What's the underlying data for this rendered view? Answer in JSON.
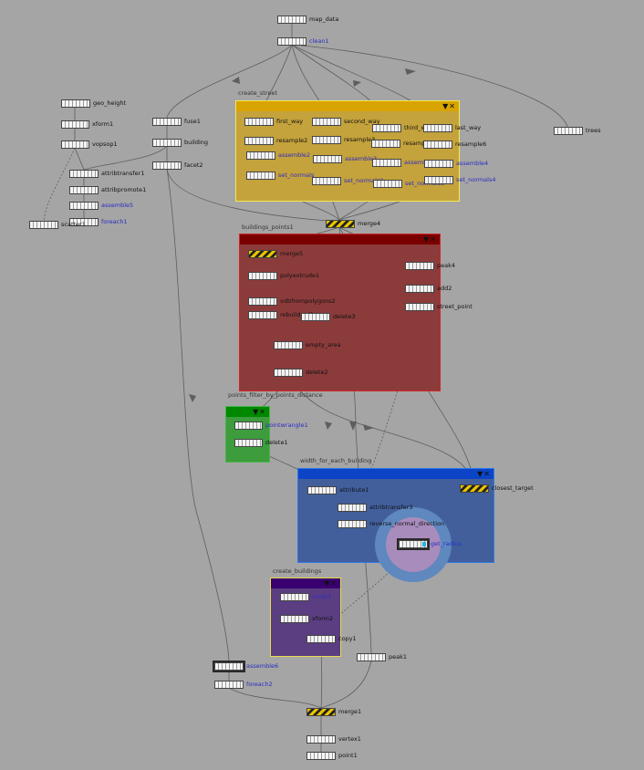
{
  "nodes": [
    {
      "id": "map_data",
      "label": "map_data",
      "style": "normal"
    },
    {
      "id": "clean1",
      "label": "clean1",
      "style": "blue"
    },
    {
      "id": "geo_height",
      "label": "geo_height",
      "style": "normal"
    },
    {
      "id": "xform1",
      "label": "xform1",
      "style": "normal"
    },
    {
      "id": "vopsop1",
      "label": "vopsop1",
      "style": "normal"
    },
    {
      "id": "attribtransfer1",
      "label": "attribtransfer1",
      "style": "normal"
    },
    {
      "id": "attribpromote1",
      "label": "attribpromote1",
      "style": "normal"
    },
    {
      "id": "assemble5",
      "label": "assemble5",
      "style": "blue"
    },
    {
      "id": "foreach1",
      "label": "foreach1",
      "style": "blue"
    },
    {
      "id": "scatter1",
      "label": "scatter1",
      "style": "normal"
    },
    {
      "id": "fuse1",
      "label": "fuse1",
      "style": "normal"
    },
    {
      "id": "building",
      "label": "building",
      "style": "normal"
    },
    {
      "id": "facet2",
      "label": "facet2",
      "style": "normal"
    },
    {
      "id": "first_way",
      "label": "first_way",
      "style": "normal"
    },
    {
      "id": "second_way",
      "label": "second_way",
      "style": "normal"
    },
    {
      "id": "third_way",
      "label": "third_way",
      "style": "normal"
    },
    {
      "id": "last_way",
      "label": "last_way",
      "style": "normal"
    },
    {
      "id": "resample2",
      "label": "resample2",
      "style": "normal"
    },
    {
      "id": "resample3",
      "label": "resample3",
      "style": "normal"
    },
    {
      "id": "resample5",
      "label": "resample5",
      "style": "normal"
    },
    {
      "id": "resample6",
      "label": "resample6",
      "style": "normal"
    },
    {
      "id": "assemble2",
      "label": "assemble2",
      "style": "blue"
    },
    {
      "id": "assemble3",
      "label": "assemble3",
      "style": "blue"
    },
    {
      "id": "assemble1",
      "label": "assemble1",
      "style": "blue"
    },
    {
      "id": "assemble4",
      "label": "assemble4",
      "style": "blue"
    },
    {
      "id": "set_normals",
      "label": "set_normals",
      "style": "blue"
    },
    {
      "id": "set_normals2",
      "label": "set_normals2",
      "style": "blue"
    },
    {
      "id": "set_normals3",
      "label": "set_normals3",
      "style": "blue"
    },
    {
      "id": "set_normals4",
      "label": "set_normals4",
      "style": "blue"
    },
    {
      "id": "trees",
      "label": "trees",
      "style": "normal"
    },
    {
      "id": "merge4",
      "label": "merge4",
      "style": "normal"
    },
    {
      "id": "merge5",
      "label": "merge5",
      "style": "normal"
    },
    {
      "id": "polyextrude1",
      "label": "polyextrude1",
      "style": "normal"
    },
    {
      "id": "vdbfrompolygons2",
      "label": "vdbfrompolygons2",
      "style": "normal"
    },
    {
      "id": "rebuild_sdf",
      "label": "rebuild_sdf",
      "style": "normal"
    },
    {
      "id": "delete3",
      "label": "delete3",
      "style": "normal"
    },
    {
      "id": "empty_area",
      "label": "empty_area",
      "style": "normal"
    },
    {
      "id": "delete2",
      "label": "delete2",
      "style": "normal"
    },
    {
      "id": "peak4",
      "label": "peak4",
      "style": "normal"
    },
    {
      "id": "add2",
      "label": "add2",
      "style": "normal"
    },
    {
      "id": "street_point",
      "label": "street_point",
      "style": "normal"
    },
    {
      "id": "pointwrangle1",
      "label": "pointwrangle1",
      "style": "blue"
    },
    {
      "id": "delete1",
      "label": "delete1",
      "style": "normal"
    },
    {
      "id": "attribute1",
      "label": "attribute1",
      "style": "normal"
    },
    {
      "id": "attribtransfer3",
      "label": "attribtransfer3",
      "style": "normal"
    },
    {
      "id": "reverse_normal_direction",
      "label": "reverse_normal_direction",
      "style": "normal"
    },
    {
      "id": "get_radius",
      "label": "get_radius",
      "style": "blue"
    },
    {
      "id": "closest_target",
      "label": "closest_target",
      "style": "normal"
    },
    {
      "id": "circle1",
      "label": "circle1",
      "style": "blue"
    },
    {
      "id": "xform2",
      "label": "xform2",
      "style": "normal"
    },
    {
      "id": "copy1",
      "label": "copy1",
      "style": "normal"
    },
    {
      "id": "peak1",
      "label": "peak1",
      "style": "normal"
    },
    {
      "id": "assemble6",
      "label": "assemble6",
      "style": "blue"
    },
    {
      "id": "foreach2",
      "label": "foreach2",
      "style": "blue"
    },
    {
      "id": "merge1",
      "label": "merge1",
      "style": "normal"
    },
    {
      "id": "vertex1",
      "label": "vertex1",
      "style": "normal"
    },
    {
      "id": "point1",
      "label": "point1",
      "style": "normal"
    }
  ],
  "boxes": [
    {
      "id": "create_street",
      "title": "create_street",
      "color": "#c4a23c",
      "bar": "#d8a400",
      "border": "#f2ea55"
    },
    {
      "id": "buildings_points1",
      "title": "buildings_points1",
      "color": "#8c3b3b",
      "bar": "#7a0000",
      "border": "#d02424"
    },
    {
      "id": "points_filter",
      "title": "points_filter_by_points_distance",
      "color": "#3d9d3d",
      "bar": "#008800",
      "border": "#49b549"
    },
    {
      "id": "width_for_each",
      "title": "width_for_each_building",
      "color": "#425f9c",
      "bar": "#0c44c8",
      "border": "#2d7ae6"
    },
    {
      "id": "create_buildings",
      "title": "create_buildings",
      "color": "#5b3d82",
      "bar": "#3a0070",
      "border": "#e6dc4a"
    }
  ],
  "box_buttons": "▼✕",
  "colors": {
    "background": "#a5a5a5",
    "wire": "#5e5e5e",
    "label_blue": "#2c2cc4"
  }
}
